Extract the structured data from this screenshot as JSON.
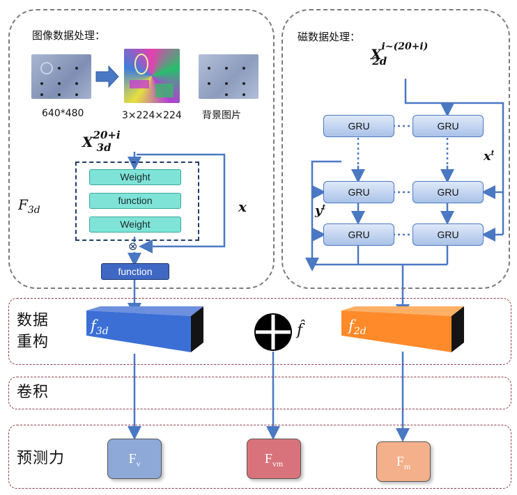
{
  "image_panel": {
    "title": "图像数据处理：",
    "image1_caption": "640*480",
    "image2_caption": "3×224×224",
    "image3_caption": "背景图片",
    "x3d_base": "X",
    "x3d_sup": "20+i",
    "x3d_sub": "3d",
    "f3d_base": "F",
    "f3d_sub": "3d",
    "x_label": "x",
    "block_labels": [
      "Weight",
      "function",
      "Weight"
    ],
    "function_box": "function",
    "multiply_symbol": "⊗"
  },
  "mag_panel": {
    "title": "磁数据处理：",
    "x2d_base": "X",
    "x2d_sup": "i~(20+i)",
    "x2d_sub": "2d",
    "gru_label": "GRU",
    "xt_label": "x",
    "xt_sup": "t",
    "yt_label": "y",
    "yt_sup": "t"
  },
  "bands": {
    "reconstruct": [
      "数据",
      "重构"
    ],
    "conv": "卷积",
    "predict": "预测力"
  },
  "features": {
    "f3d_base": "f",
    "f3d_sub": "3d",
    "f2d_base": "f",
    "f2d_sub": "2d",
    "fhat": "f̂",
    "f3d_color": "#3b6fd6",
    "f2d_color": "#ff8a2a"
  },
  "outputs": {
    "fv_base": "F",
    "fv_sub": "v",
    "fvm_base": "F",
    "fvm_sub": "vm",
    "fm_base": "F",
    "fm_sub": "m",
    "fv_color": "#8ea8d8",
    "fvm_color": "#d9737b",
    "fm_color": "#f3b08a"
  }
}
